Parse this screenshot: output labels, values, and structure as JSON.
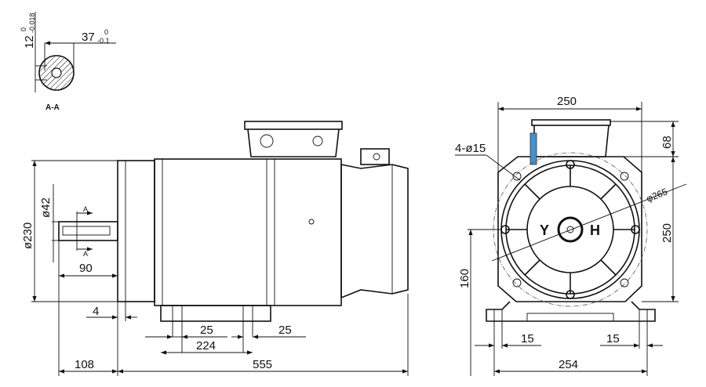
{
  "section": {
    "label": "A-A",
    "key_width": "12",
    "key_width_tol_upper": "0",
    "key_width_tol_lower": "-0.018",
    "key_depth": "37",
    "key_depth_tol_upper": "0",
    "key_depth_tol_lower": "-0.1"
  },
  "side_view": {
    "shaft_diameter": "ø42",
    "flange_diameter": "ø230",
    "shaft_length": "90",
    "flange_thickness": "4",
    "foot_width_left": "25",
    "foot_width_right": "25",
    "foot_spacing": "224",
    "shaft_extension": "108",
    "body_length": "555",
    "section_mark": "A"
  },
  "front_view": {
    "width_top": "250",
    "holes": "4-ø15",
    "pcd": "φ265",
    "box_height": "68",
    "height": "250",
    "shaft_center_height": "160",
    "foot_slot_left": "15",
    "foot_slot_right": "15",
    "base_width": "254",
    "terminal_left": "Y",
    "terminal_right": "H",
    "accent": "#4a90c8"
  }
}
